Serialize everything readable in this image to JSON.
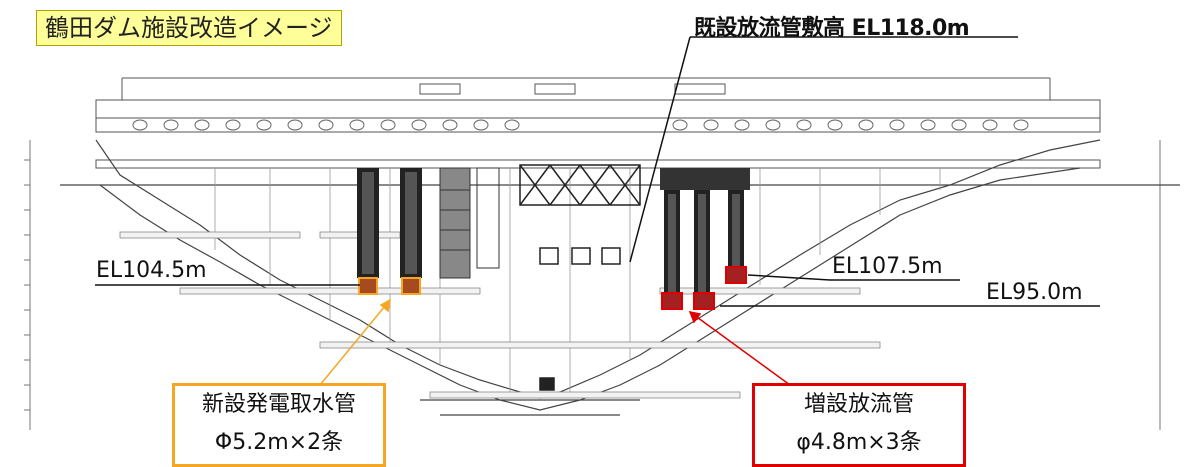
{
  "title": "鶴田ダム施設改造イメージ",
  "labels": {
    "existing_outlet": "既設放流管敷高 EL118.0m",
    "el_left": "EL104.5m",
    "el_right_upper": "EL107.5m",
    "el_right_lower": "EL95.0m"
  },
  "callouts": {
    "intake": {
      "line1": "新設発電取水管",
      "line2": "Φ5.2m×2条",
      "color": "#f5a623"
    },
    "outlet": {
      "line1": "増設放流管",
      "line2": "φ4.8m×3条",
      "color": "#e00000"
    }
  },
  "colors": {
    "title_bg": "#ffff99",
    "intake_accent": "#f5a623",
    "outlet_accent": "#e00000"
  }
}
